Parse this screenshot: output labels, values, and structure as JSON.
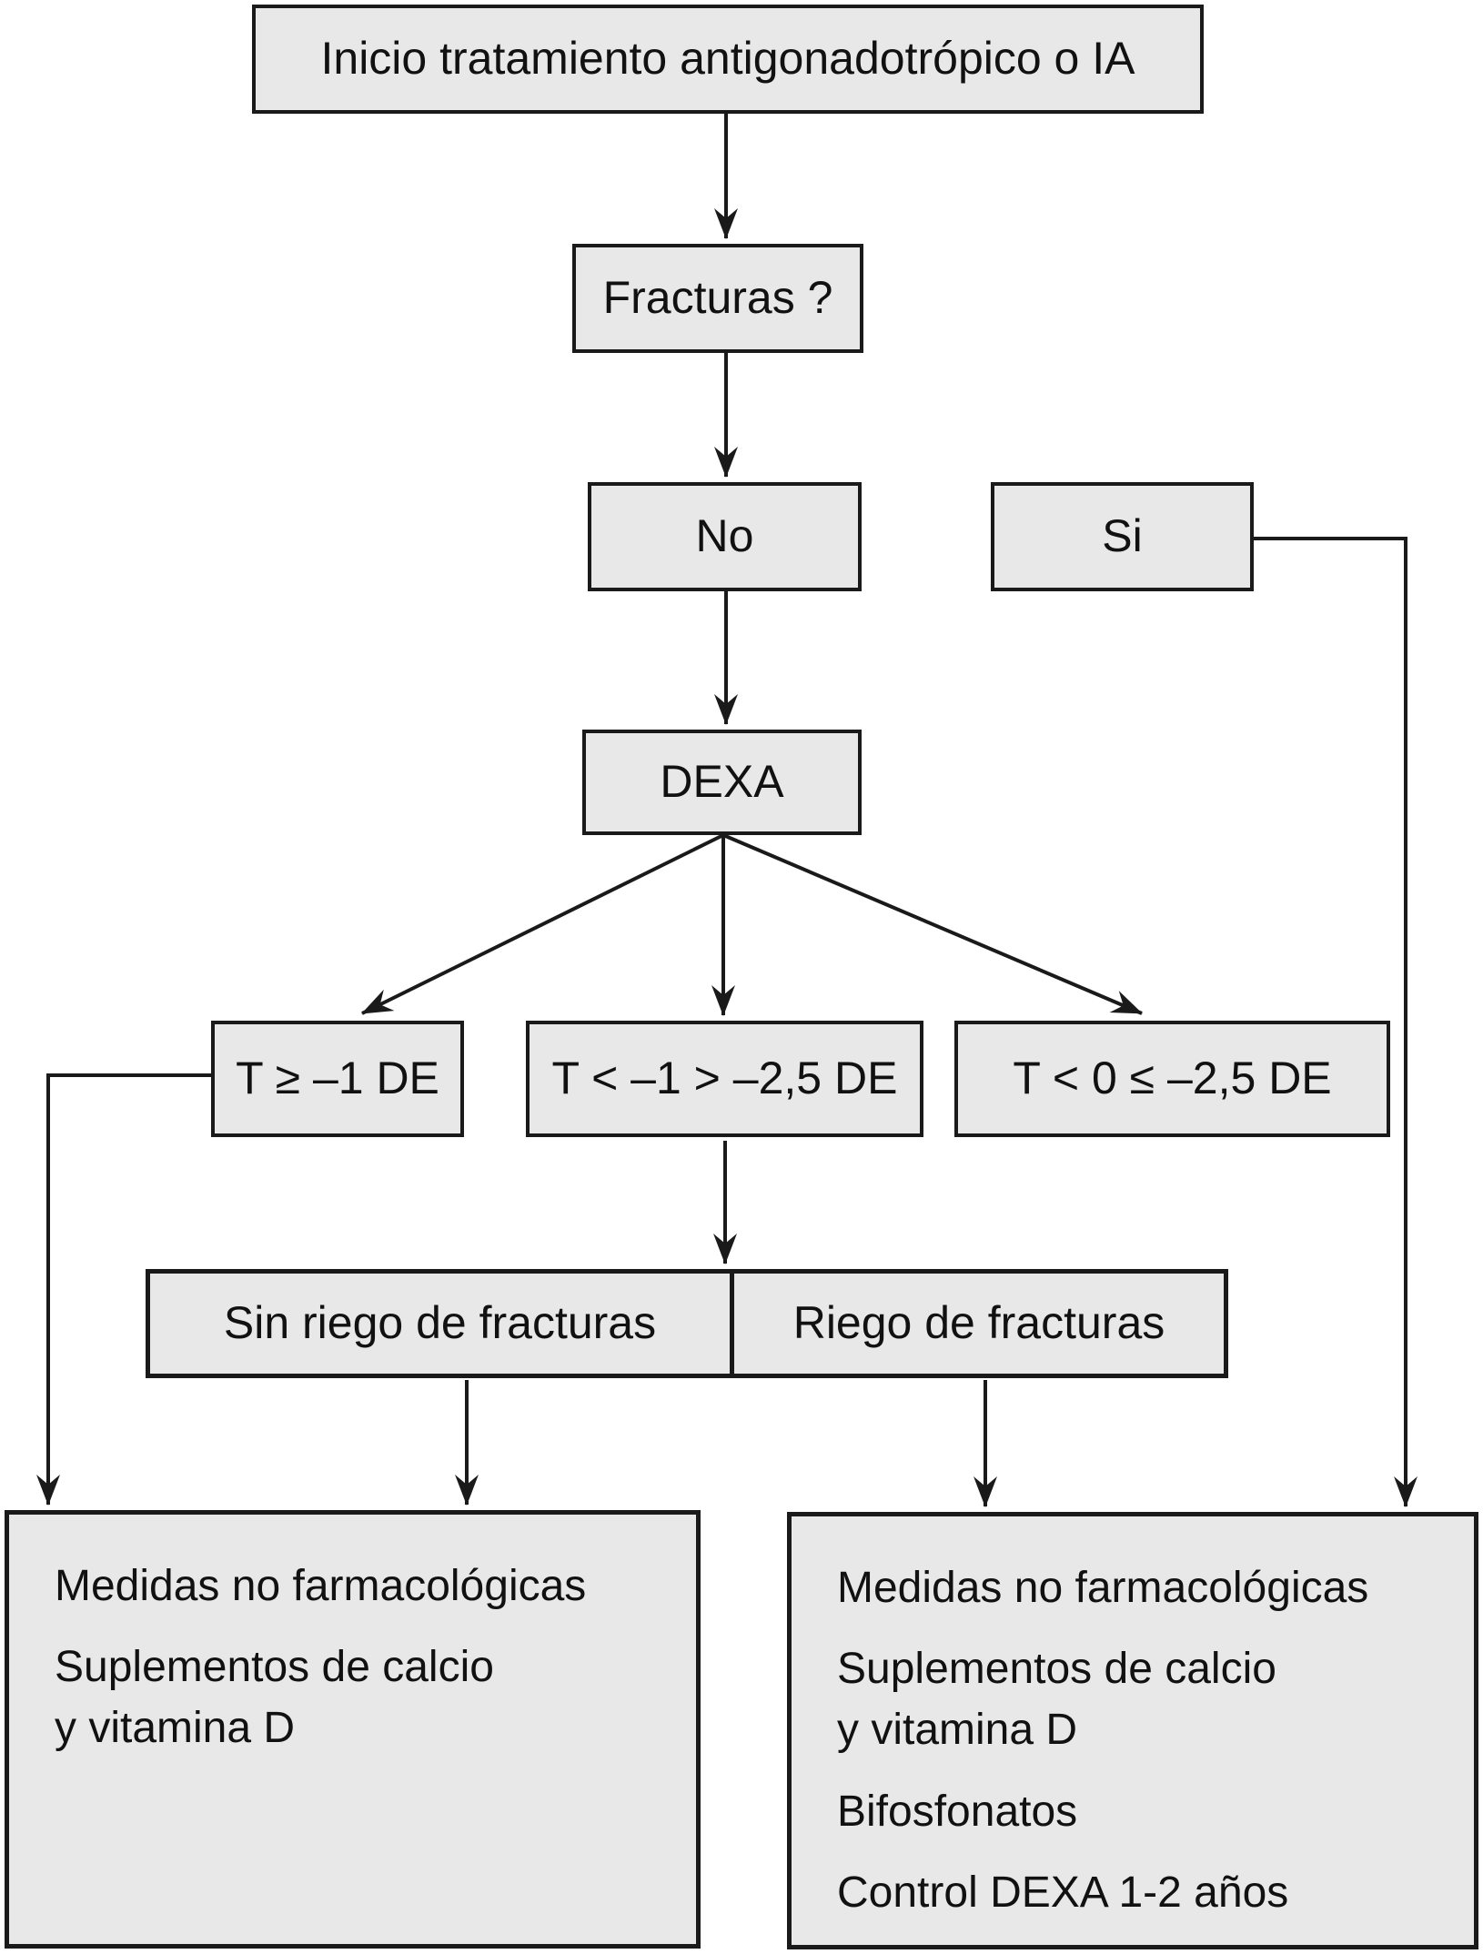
{
  "colors": {
    "background": "#ffffff",
    "box_fill": "#e8e8e8",
    "box_border": "#1a1a1a",
    "arrow": "#1a1a1a",
    "text": "#111111"
  },
  "nodes": {
    "start": "Inicio tratamiento antigonadotrópico o IA",
    "fracture_question": "Fracturas ?",
    "no": "No",
    "si": "Si",
    "dexa": "DEXA",
    "t_score_normal": "T ≥ –1 DE",
    "t_score_mid": "T < –1 > –2,5 DE",
    "t_score_low": "T < 0 ≤ –2,5 DE",
    "no_fracture_risk": "Sin riego de fracturas",
    "fracture_risk": "Riego de fracturas"
  },
  "outcomes": {
    "left": {
      "items": [
        "Medidas no farmacológicas",
        "Suplementos de calcio\ny vitamina D"
      ]
    },
    "right": {
      "items": [
        "Medidas no farmacológicas",
        "Suplementos de calcio\ny vitamina D",
        "Bifosfonatos",
        "Control DEXA 1-2 años"
      ]
    }
  },
  "edges": [
    {
      "from": "start",
      "to": "fracture_question"
    },
    {
      "from": "fracture_question",
      "to": "no"
    },
    {
      "from": "no",
      "to": "dexa"
    },
    {
      "from": "dexa",
      "to": "t_score_normal"
    },
    {
      "from": "dexa",
      "to": "t_score_mid"
    },
    {
      "from": "dexa",
      "to": "t_score_low"
    },
    {
      "from": "t_score_mid",
      "to": "risk_split"
    },
    {
      "from": "t_score_normal",
      "to": "outcome_left"
    },
    {
      "from": "no_fracture_risk",
      "to": "outcome_left"
    },
    {
      "from": "fracture_risk",
      "to": "outcome_right"
    },
    {
      "from": "si",
      "to": "outcome_right"
    }
  ]
}
